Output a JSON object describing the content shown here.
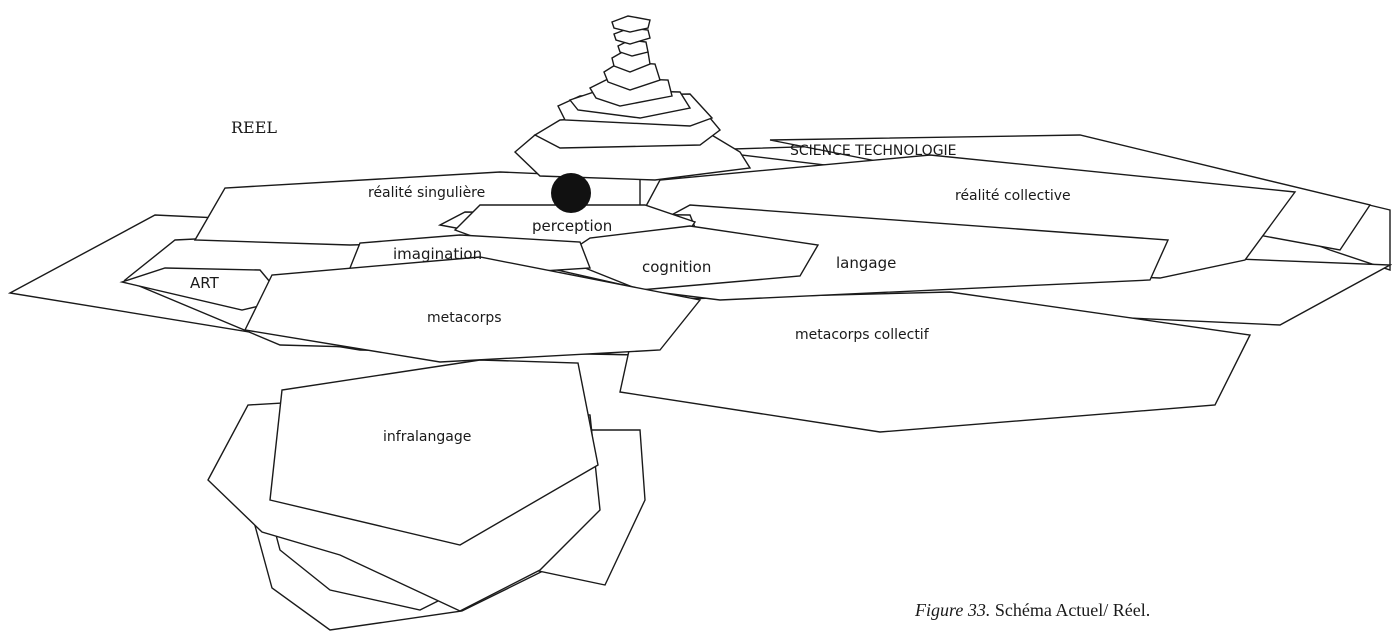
{
  "diagram": {
    "reel_label": "REEL",
    "labels": {
      "science_technologie": "SCIENCE TECHNOLOGIE",
      "realite_singuliere": "réalité singulière",
      "realite_collective": "réalité collective",
      "perception": "perception",
      "imagination": "imagination",
      "cognition": "cognition",
      "langage": "langage",
      "art": "ART",
      "metacorps": "metacorps",
      "metacorps_collectif": "metacorps collectif",
      "infralangage": "infralangage"
    }
  },
  "caption": {
    "figure_label": "Figure 33.",
    "text": " Schéma Actuel/ Réel."
  }
}
